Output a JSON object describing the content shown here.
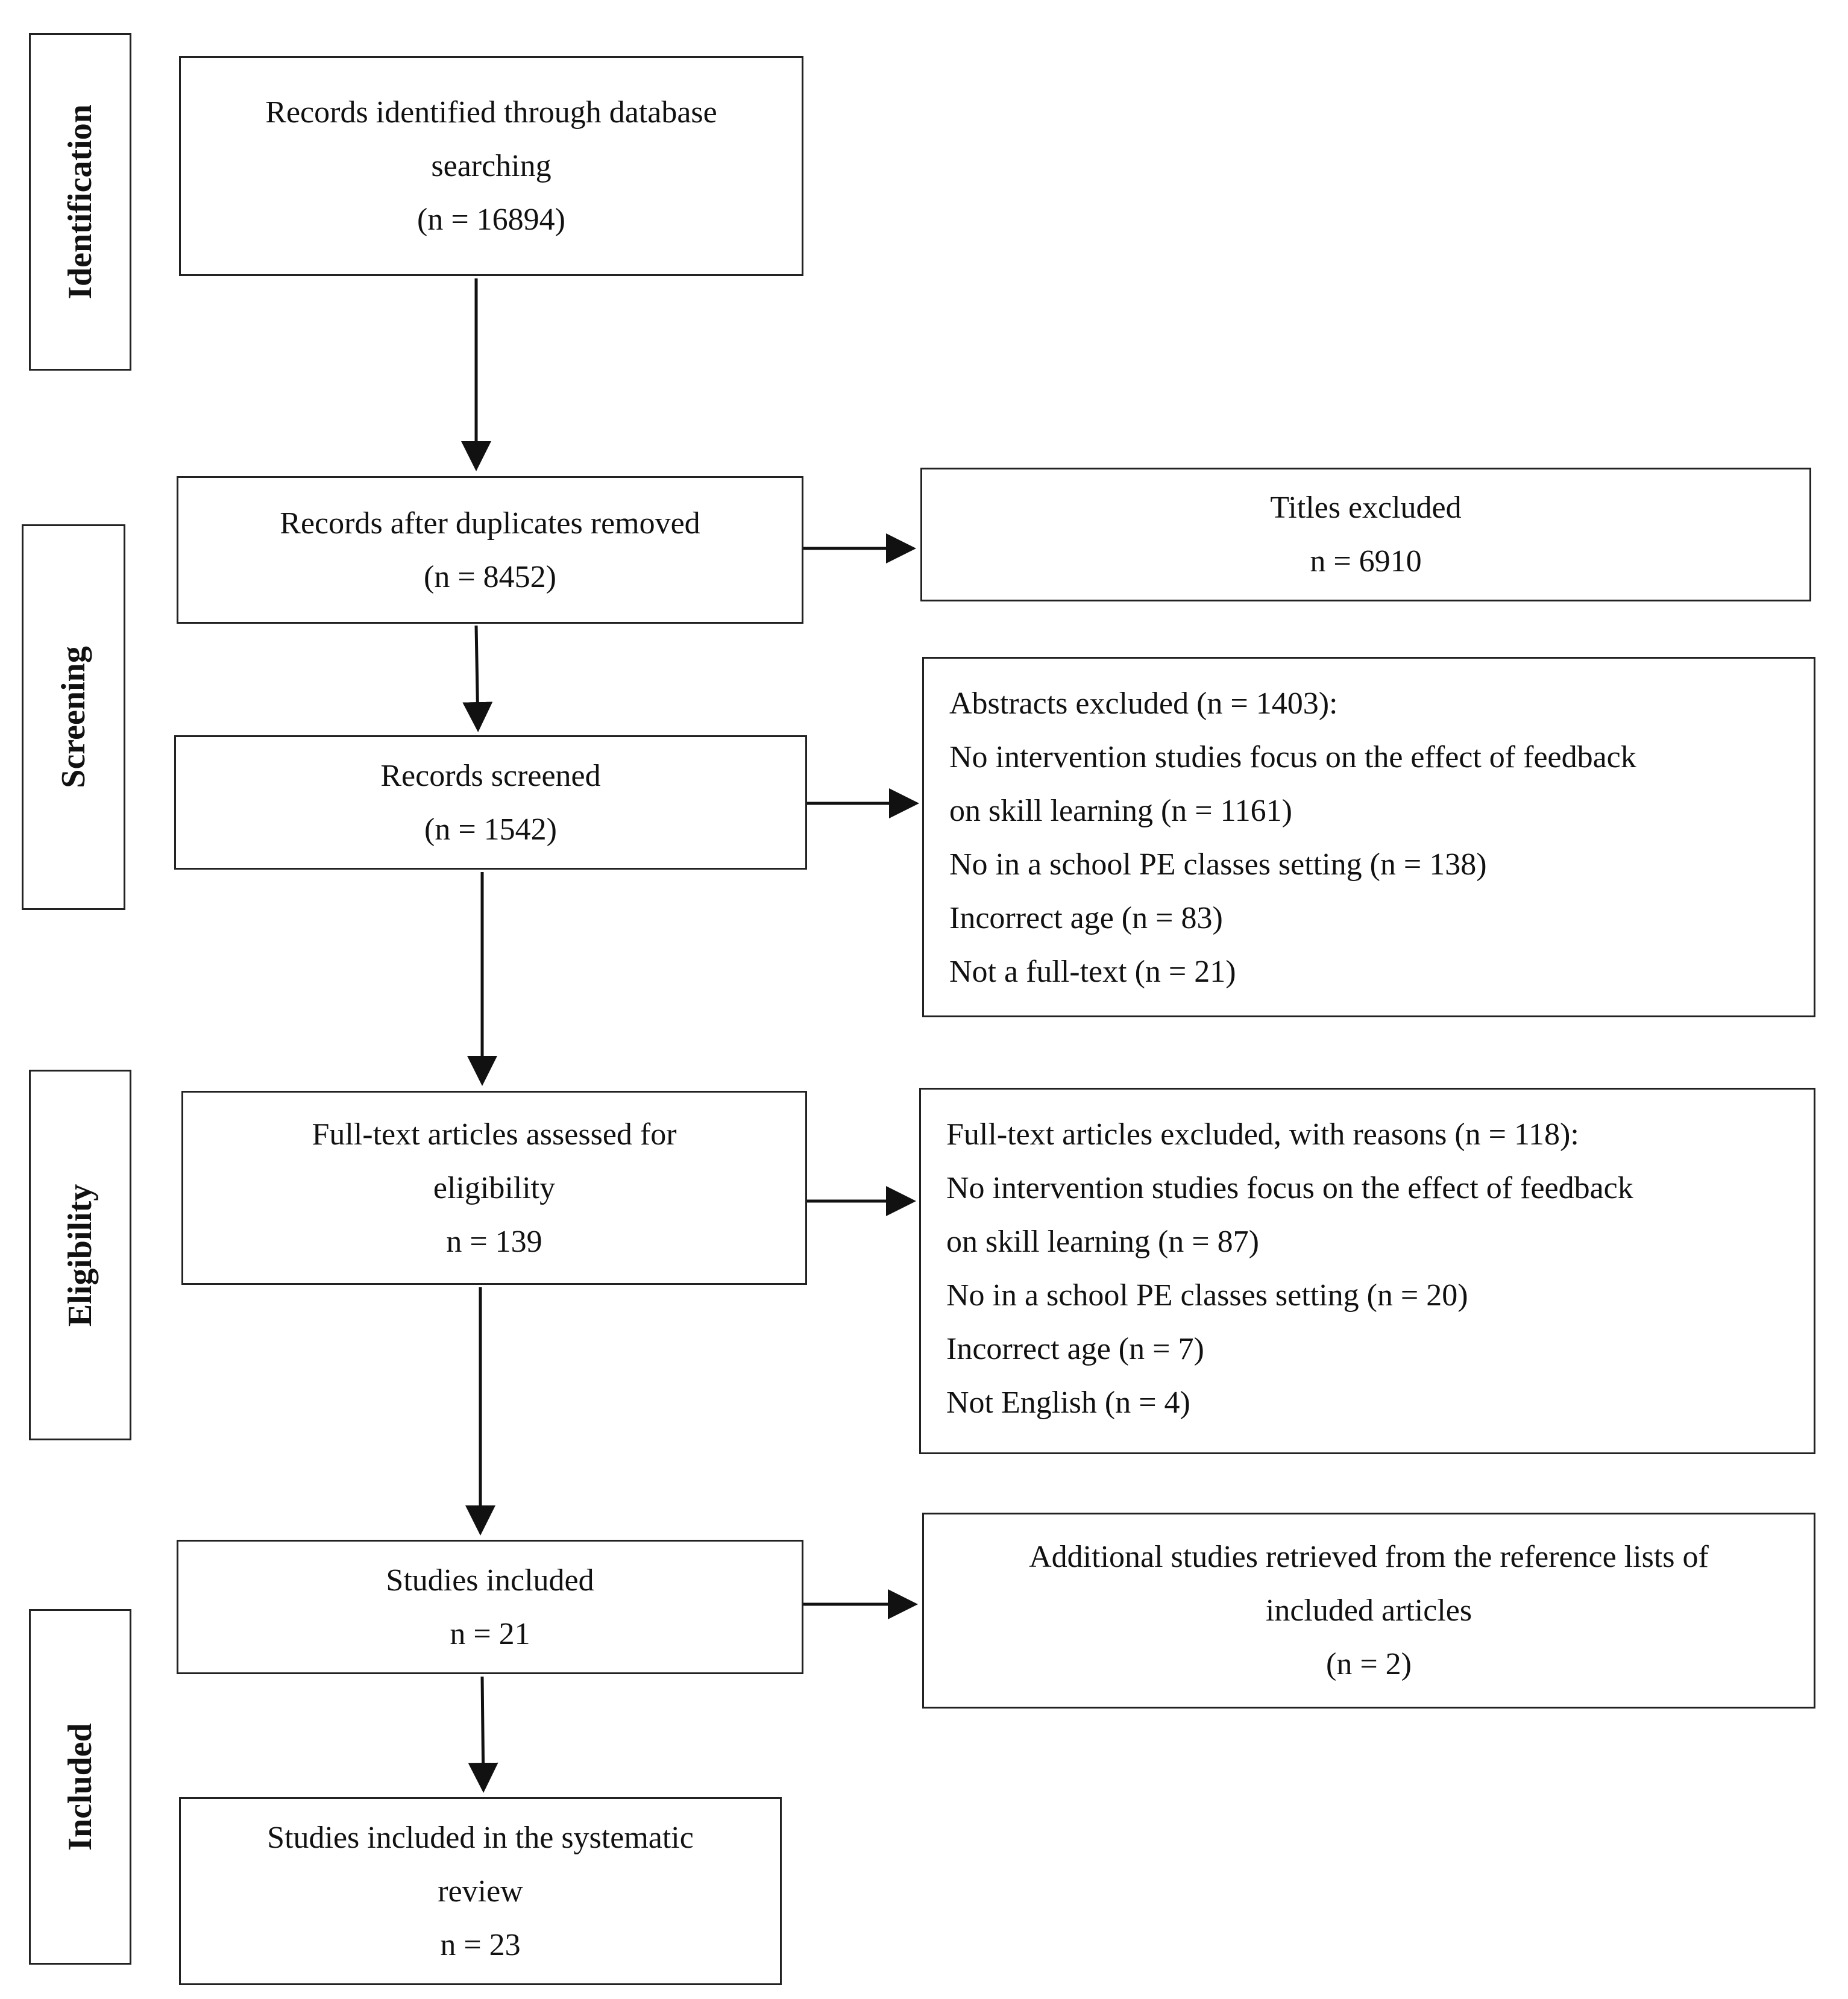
{
  "stages": {
    "identification": "Identification",
    "screening": "Screening",
    "eligibility": "Eligibility",
    "included": "Included"
  },
  "boxes": {
    "identified": [
      "Records identified through database",
      "searching",
      "(n = 16894)"
    ],
    "dedup": [
      "Records after duplicates removed",
      "(n = 8452)"
    ],
    "titles_excluded": [
      "Titles excluded",
      "n = 6910"
    ],
    "screened": [
      "Records screened",
      "(n = 1542)"
    ],
    "abstracts_excluded": [
      "Abstracts excluded (n = 1403):",
      "No intervention studies focus on the effect of feedback",
      "on skill learning (n = 1161)",
      "No in a school PE classes setting (n = 138)",
      "Incorrect age (n = 83)",
      "Not a full-text (n = 21)"
    ],
    "fulltext": [
      "Full-text articles assessed for",
      "eligibility",
      "n = 139"
    ],
    "fulltext_excluded": [
      "Full-text articles excluded, with reasons (n = 118):",
      "No intervention studies focus on the effect of feedback",
      "on skill learning (n = 87)",
      "No in a school PE classes setting (n = 20)",
      "Incorrect age (n = 7)",
      "Not English (n = 4)"
    ],
    "studies_included": [
      "Studies included",
      "n = 21"
    ],
    "additional": [
      "Additional studies retrieved from the reference lists of",
      "included articles",
      "(n = 2)"
    ],
    "final": [
      "Studies included in the systematic",
      "review",
      "n = 23"
    ]
  }
}
